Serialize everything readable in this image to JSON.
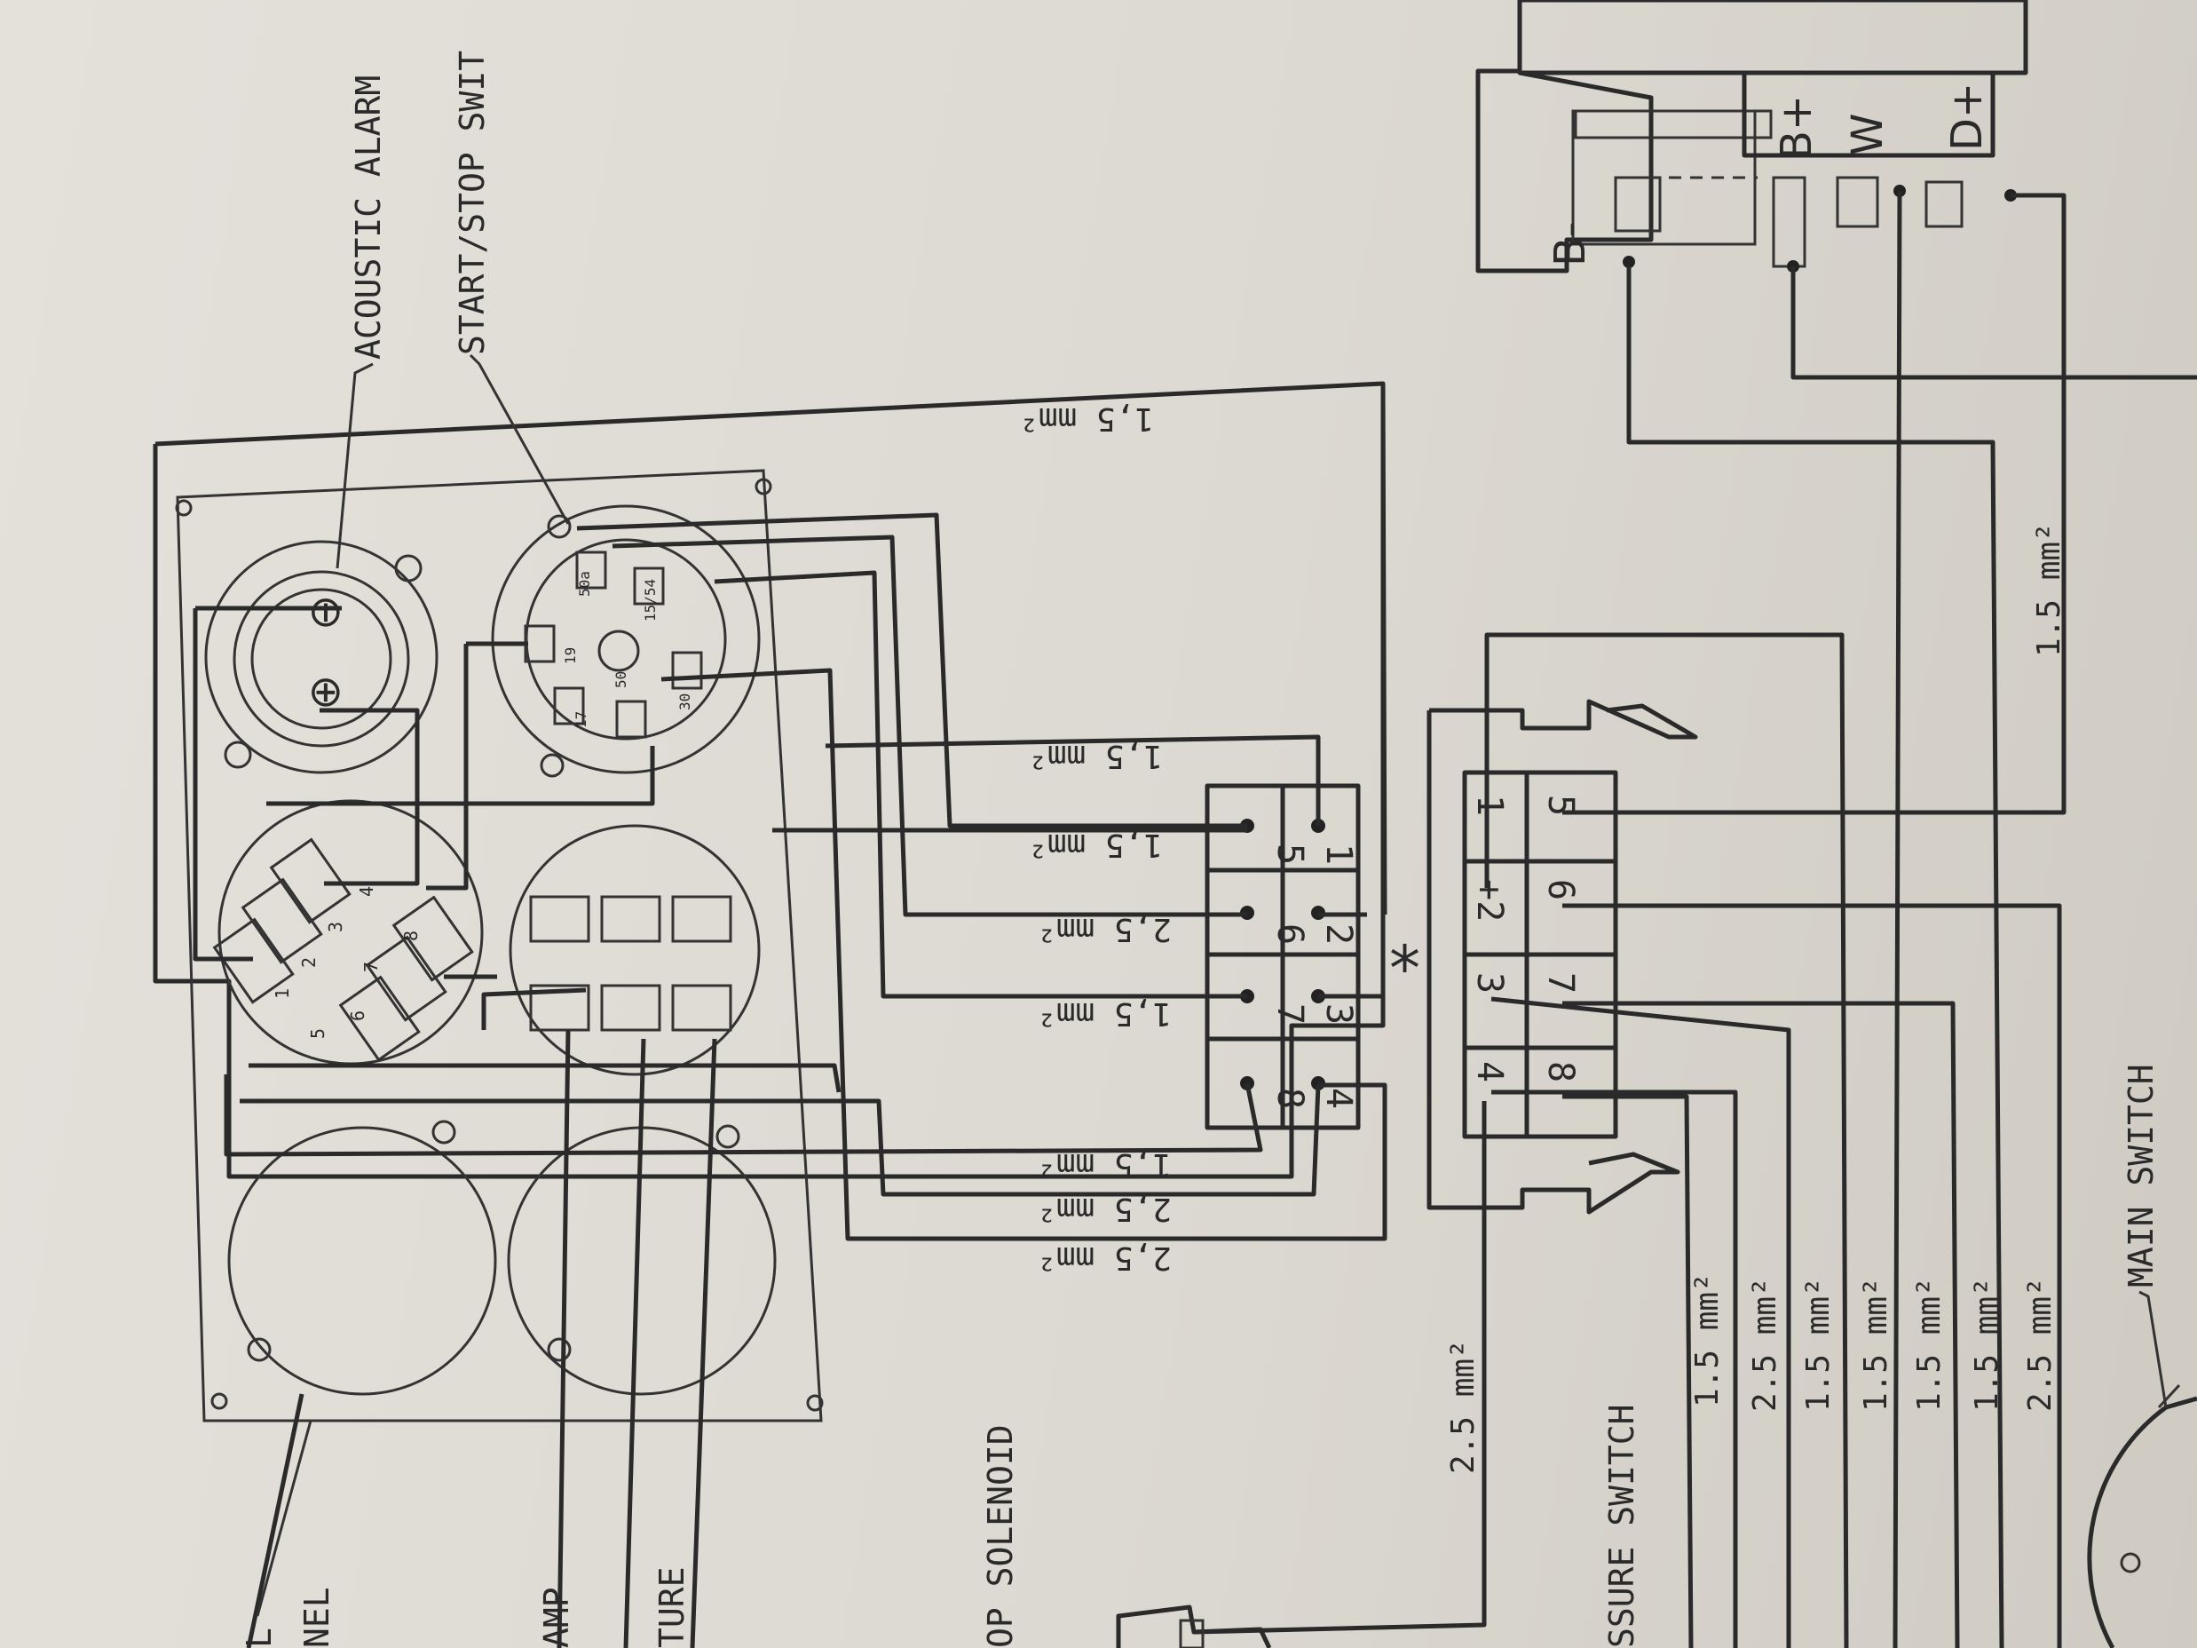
{
  "labels": {
    "acoustic_alarm": "ACOUSTIC ALARM",
    "start_stop_switch": "START/STOP SWIT",
    "panel_l": "L",
    "panel_nel": "NEL",
    "lamp": "AMP",
    "temperature": "TURE",
    "stop_solenoid": "OP SOLENOID",
    "pressure_switch": "SSURE SWITCH",
    "main_switch": "MAIN SWITCH"
  },
  "generator_terminals": [
    "B-",
    "B+",
    "W",
    "D+"
  ],
  "left_connector_pins": [
    "5",
    "1",
    "6",
    "2",
    "7",
    "3",
    "8",
    "4"
  ],
  "right_connector_pins": [
    "1",
    "5",
    "+2",
    "6",
    "3",
    "7",
    "4",
    "8"
  ],
  "switch_terminals": [
    "50a",
    "15/54",
    "30",
    "50",
    "19",
    "17"
  ],
  "relay_pins": [
    "1",
    "2",
    "3",
    "4",
    "5",
    "6",
    "7",
    "8"
  ],
  "wire_gauges": {
    "top": "1,5 mm²",
    "w1": "1,5 mm²",
    "w2": "1,5 mm²",
    "w3": "2,5 mm²",
    "w4": "1,5 mm²",
    "w5": "1,5 mm²",
    "w6": "2,5 mm²",
    "w7": "2,5 mm²",
    "right_top": "1.5 mm²",
    "solenoid": "2.5 mm²",
    "b1": "1.5 mm²",
    "b2": "2.5 mm²",
    "b3": "1.5 mm²",
    "b4": "1.5 mm²",
    "b5": "1.5 mm²",
    "b6": "1.5 mm²",
    "b7": "2.5 mm²"
  },
  "symbols": {
    "star": "*",
    "plus": "⊕",
    "minus": "⊖"
  },
  "colors": {
    "paper": "#e0ddd6",
    "ink": "#2b2a2a"
  }
}
